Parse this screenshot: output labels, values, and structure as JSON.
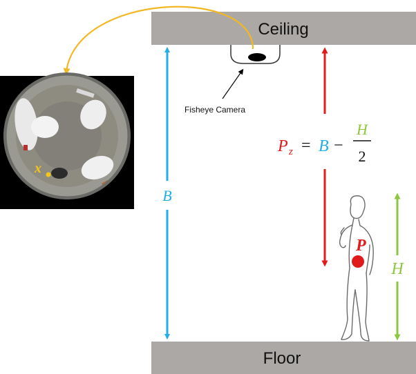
{
  "ceiling_label": "Ceiling",
  "floor_label": "Floor",
  "camera_label": "Fisheye Camera",
  "b_label": "B",
  "h_label": "H",
  "point_label": "P",
  "pixel_label": "x",
  "formula": {
    "lhs": "P",
    "lhs_sub": "z",
    "equals": "=",
    "b": "B",
    "minus": "−",
    "numerator": "H",
    "denominator": "2"
  },
  "colors": {
    "slab": "#aba8a6",
    "b_arrow": "#22aee8",
    "h_arrow": "#8dc63f",
    "pz_arrow": "#e01b1b",
    "camera_link": "#f2b824",
    "point": "#e01b1b",
    "pixel": "#f5c518"
  }
}
